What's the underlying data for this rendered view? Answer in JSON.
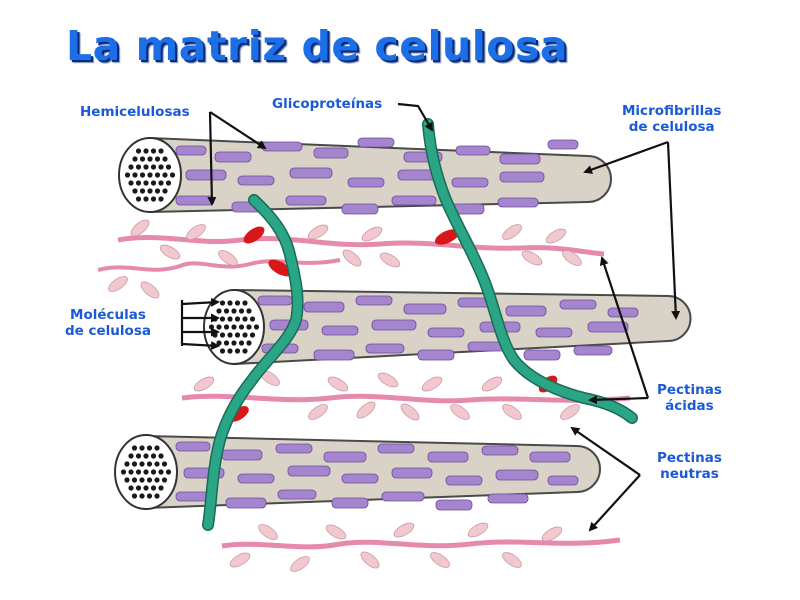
{
  "title": "La matriz de celulosa",
  "labels": {
    "hemicelulosas": "Hemicelulosas",
    "glicoproteinas": "Glicoproteínas",
    "microfibrillas_1": "Microfibrillas",
    "microfibrillas_2": "de celulosa",
    "moleculas_1": "Moléculas",
    "moleculas_2": "de celulosa",
    "pectinas_acidas_1": "Pectinas",
    "pectinas_acidas_2": "ácidas",
    "pectinas_neutras_1": "Pectinas",
    "pectinas_neutras_2": "neutras"
  },
  "colors": {
    "title": "#1d6fe8",
    "label": "#1a5ad8",
    "microfibril": "#d9d2c6",
    "hemicellulose": "#a685cf",
    "glycoprotein": "#2aa585",
    "pectin_strand": "#e58aad",
    "neutral_pectin": "#f2c8cf",
    "acidic_pectin": "#d81818"
  }
}
